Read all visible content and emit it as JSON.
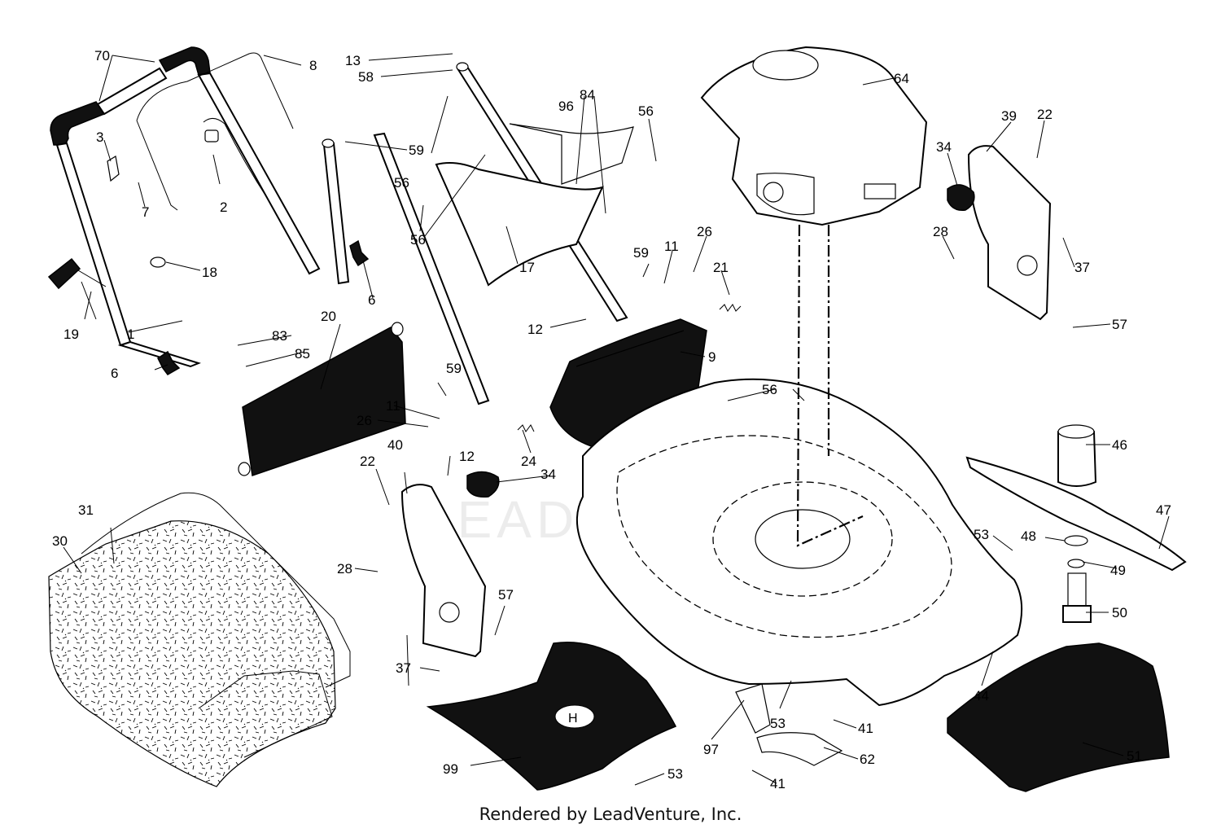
{
  "footer": {
    "credit": "Rendered by LeadVenture, Inc."
  },
  "watermark": "LEADVENTURE",
  "logo_text": "H",
  "parts": [
    {
      "id": "70",
      "text": "70"
    },
    {
      "id": "8",
      "text": "8"
    },
    {
      "id": "13",
      "text": "13"
    },
    {
      "id": "58",
      "text": "58"
    },
    {
      "id": "64",
      "text": "64"
    },
    {
      "id": "3",
      "text": "3"
    },
    {
      "id": "7",
      "text": "7"
    },
    {
      "id": "2",
      "text": "2"
    },
    {
      "id": "59a",
      "text": "59"
    },
    {
      "id": "59b",
      "text": "59"
    },
    {
      "id": "59c",
      "text": "59"
    },
    {
      "id": "59d",
      "text": "59"
    },
    {
      "id": "96",
      "text": "96"
    },
    {
      "id": "84",
      "text": "84"
    },
    {
      "id": "56a",
      "text": "56"
    },
    {
      "id": "56b",
      "text": "56"
    },
    {
      "id": "56c",
      "text": "56"
    },
    {
      "id": "56d",
      "text": "56"
    },
    {
      "id": "39",
      "text": "39"
    },
    {
      "id": "22a",
      "text": "22"
    },
    {
      "id": "22b",
      "text": "22"
    },
    {
      "id": "34a",
      "text": "34"
    },
    {
      "id": "34b",
      "text": "34"
    },
    {
      "id": "28a",
      "text": "28"
    },
    {
      "id": "28b",
      "text": "28"
    },
    {
      "id": "37a",
      "text": "37"
    },
    {
      "id": "37b",
      "text": "37"
    },
    {
      "id": "57a",
      "text": "57"
    },
    {
      "id": "57b",
      "text": "57"
    },
    {
      "id": "18",
      "text": "18"
    },
    {
      "id": "6a",
      "text": "6"
    },
    {
      "id": "6b",
      "text": "6"
    },
    {
      "id": "17",
      "text": "17"
    },
    {
      "id": "11a",
      "text": "11"
    },
    {
      "id": "11b",
      "text": "11"
    },
    {
      "id": "26a",
      "text": "26"
    },
    {
      "id": "26b",
      "text": "26"
    },
    {
      "id": "21",
      "text": "21"
    },
    {
      "id": "19",
      "text": "19"
    },
    {
      "id": "1",
      "text": "1"
    },
    {
      "id": "83",
      "text": "83"
    },
    {
      "id": "85",
      "text": "85"
    },
    {
      "id": "20",
      "text": "20"
    },
    {
      "id": "12a",
      "text": "12"
    },
    {
      "id": "12b",
      "text": "12"
    },
    {
      "id": "9",
      "text": "9"
    },
    {
      "id": "24",
      "text": "24"
    },
    {
      "id": "40",
      "text": "40"
    },
    {
      "id": "46",
      "text": "46"
    },
    {
      "id": "47",
      "text": "47"
    },
    {
      "id": "31",
      "text": "31"
    },
    {
      "id": "30",
      "text": "30"
    },
    {
      "id": "53a",
      "text": "53"
    },
    {
      "id": "53b",
      "text": "53"
    },
    {
      "id": "53c",
      "text": "53"
    },
    {
      "id": "48",
      "text": "48"
    },
    {
      "id": "49",
      "text": "49"
    },
    {
      "id": "50",
      "text": "50"
    },
    {
      "id": "44",
      "text": "44"
    },
    {
      "id": "41a",
      "text": "41"
    },
    {
      "id": "41b",
      "text": "41"
    },
    {
      "id": "97",
      "text": "97"
    },
    {
      "id": "62",
      "text": "62"
    },
    {
      "id": "51",
      "text": "51"
    },
    {
      "id": "99",
      "text": "99"
    }
  ]
}
